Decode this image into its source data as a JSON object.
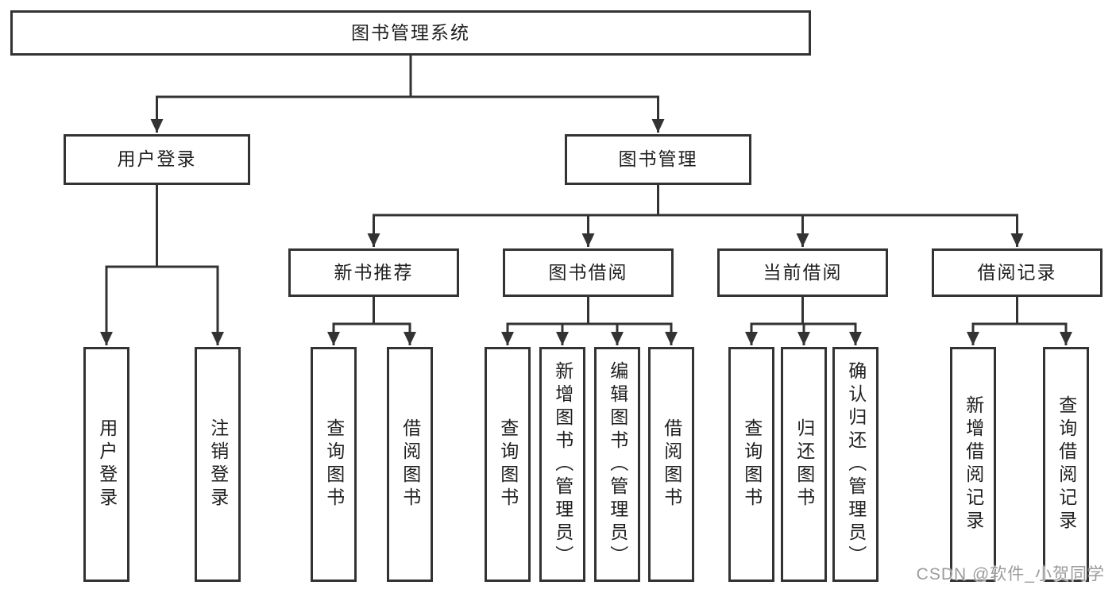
{
  "nodes": {
    "root": "图书管理系统",
    "level2": {
      "user_login": "用户登录",
      "book_management": "图书管理"
    },
    "level3": {
      "new_book_recommend": "新书推荐",
      "book_borrow": "图书借阅",
      "current_borrow": "当前借阅",
      "borrow_record": "借阅记录"
    },
    "leaves": {
      "user_login": [
        "用户登录",
        "注销登录"
      ],
      "new_book_recommend": [
        "查询图书",
        "借阅图书"
      ],
      "book_borrow": [
        "查询图书",
        "新增图书（管理员）",
        "编辑图书（管理员）",
        "借阅图书"
      ],
      "current_borrow": [
        "查询图书",
        "归还图书",
        "确认归还（管理员）"
      ],
      "borrow_record": [
        "新增借阅记录",
        "查询借阅记录"
      ]
    }
  },
  "watermark": "CSDN @软件_小贺同学",
  "colors": {
    "line": "#333333",
    "text": "#1f1f1f",
    "box_bg": "#ffffff",
    "watermark": "#9b9b9b"
  }
}
